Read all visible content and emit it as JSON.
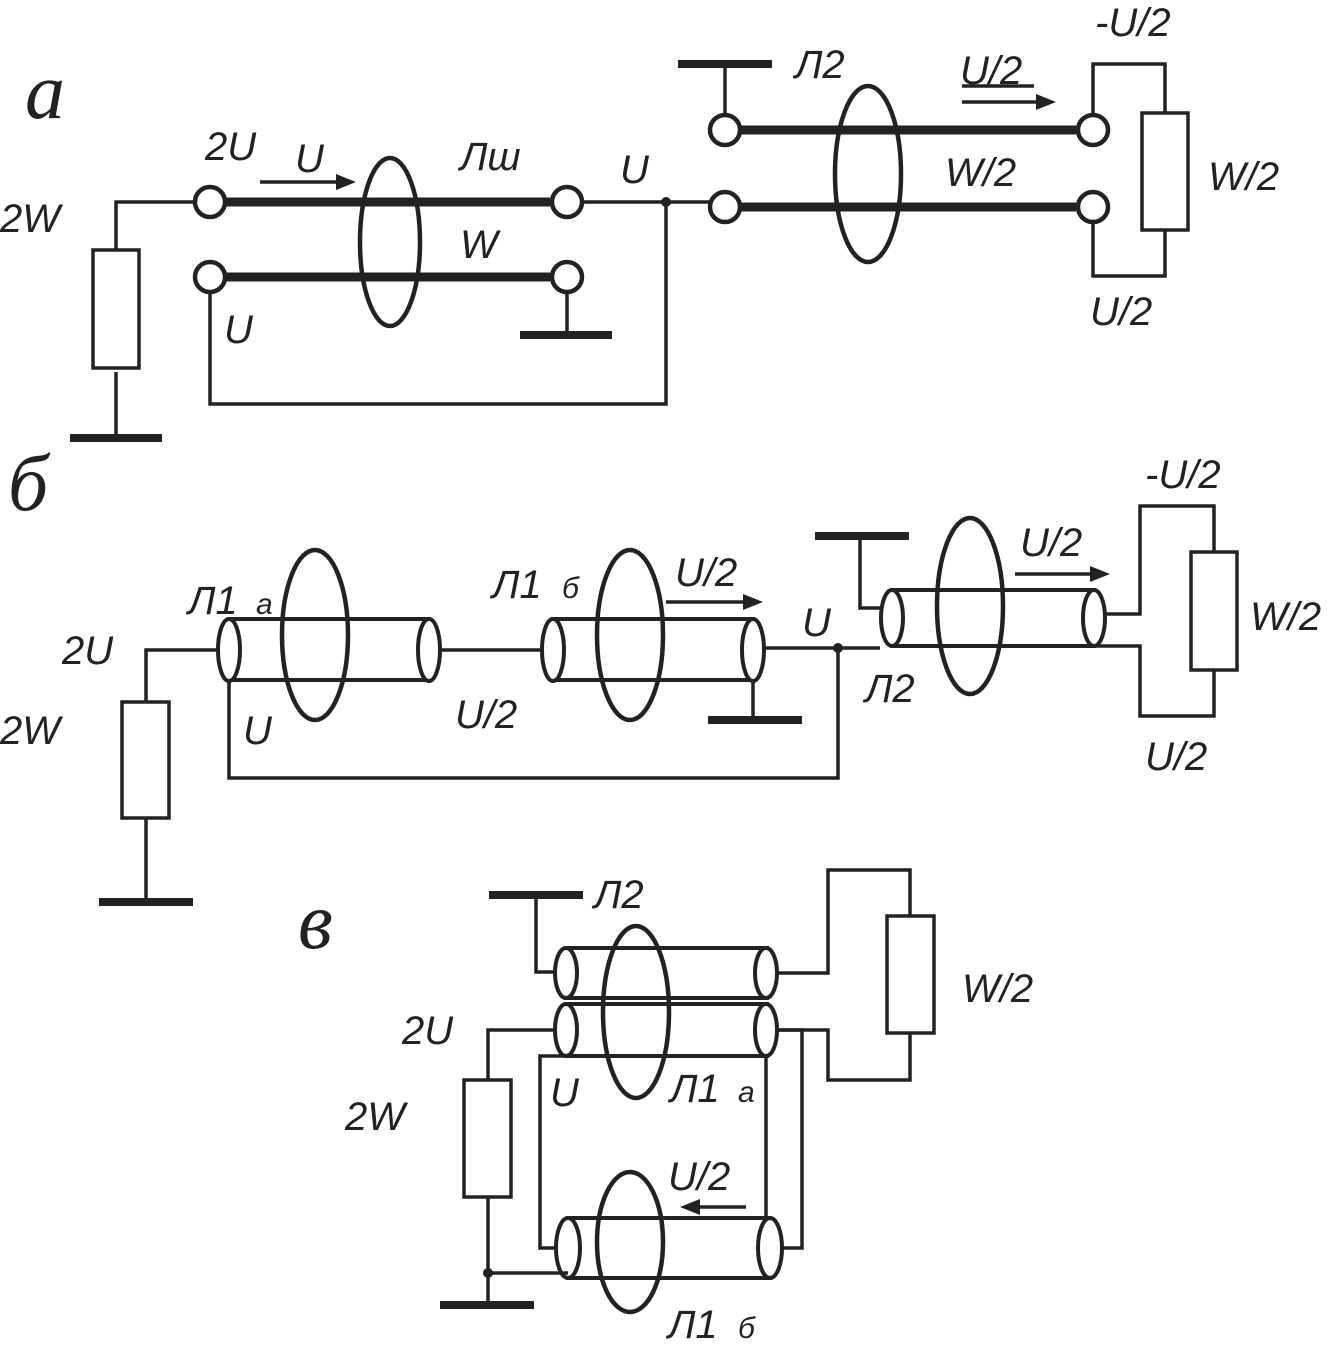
{
  "panels": {
    "a": {
      "letter": "а",
      "labels": {
        "source_impedance": "2W",
        "input_voltage": "2U",
        "arrow_voltage": "U",
        "line_name": "Лш",
        "line_impedance": "W",
        "lower_voltage": "U",
        "junction_voltage": "U",
        "line2_name": "Л2",
        "line2_arrow": "U/2",
        "line2_impedance": "W/2",
        "load_top": "-U/2",
        "load_impedance": "W/2",
        "load_bottom": "U/2"
      }
    },
    "b": {
      "letter": "б",
      "labels": {
        "input_voltage": "2U",
        "source_impedance": "2W",
        "line1a_name": "Л1",
        "line1a_sub": "а",
        "line1b_name": "Л1",
        "line1b_sub": "б",
        "line1b_arrow": "U/2",
        "lower_voltage": "U",
        "middle_voltage": "U/2",
        "junction_voltage": "U",
        "line2_name": "Л2",
        "line2_arrow": "U/2",
        "load_top": "-U/2",
        "load_impedance": "W/2",
        "load_bottom": "U/2"
      }
    },
    "c": {
      "letter": "в",
      "labels": {
        "line2_name": "Л2",
        "load_impedance": "W/2",
        "input_voltage": "2U",
        "source_impedance": "2W",
        "lower_voltage": "U",
        "line1a_name": "Л1",
        "line1a_sub": "а",
        "line1b_arrow": "U/2",
        "line1b_name": "Л1",
        "line1b_sub": "б"
      }
    }
  }
}
